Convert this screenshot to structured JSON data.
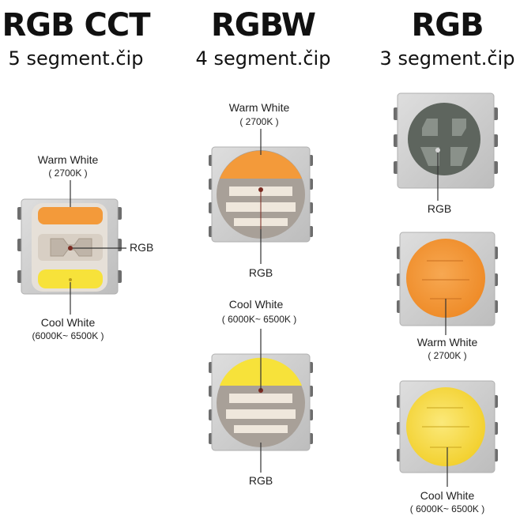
{
  "columns": [
    {
      "title": "RGB CCT",
      "subtitle": "5 segment.čip",
      "labels": {
        "warm_name": "Warm White",
        "warm_temp": "( 2700K )",
        "rgb": "RGB",
        "cool_name": "Cool White",
        "cool_temp": "(6000K~ 6500K )"
      }
    },
    {
      "title": "RGBW",
      "subtitle": "4 segment.čip",
      "labels": {
        "warm_name": "Warm White",
        "warm_temp": "( 2700K )",
        "rgb_top": "RGB",
        "cool_name": "Cool White",
        "cool_temp": "( 6000K~ 6500K )",
        "rgb_bottom": "RGB"
      }
    },
    {
      "title": "RGB",
      "subtitle": "3 segment.čip",
      "labels": {
        "rgb": "RGB",
        "warm_name": "Warm White",
        "warm_temp": "( 2700K )",
        "cool_name": "Cool White",
        "cool_temp": "( 6000K~ 6500K )"
      }
    }
  ],
  "colors": {
    "warm_white": "#f39a3a",
    "cool_white": "#f7e23a",
    "package": "#cfcfcf",
    "pin": "#6d6d6d",
    "die_gray": "#5e655e"
  }
}
